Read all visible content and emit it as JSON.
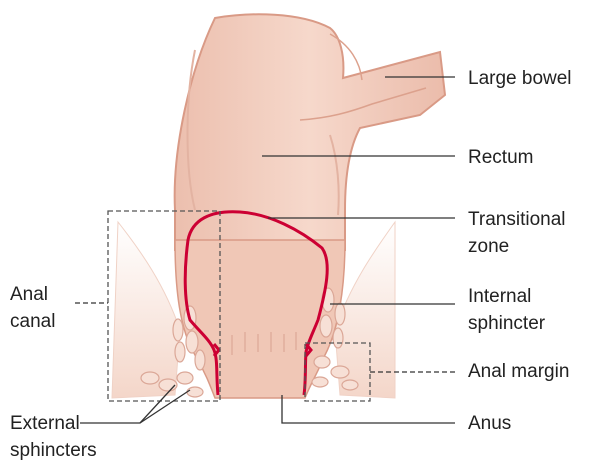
{
  "labels": {
    "large_bowel": "Large bowel",
    "rectum": "Rectum",
    "transitional_1": "Transitional",
    "transitional_2": "zone",
    "anal_1": "Anal",
    "anal_2": "canal",
    "internal_1": "Internal",
    "internal_2": "sphincter",
    "anal_margin": "Anal margin",
    "external_1": "External",
    "external_2": "sphincters",
    "anus": "Anus"
  },
  "colors": {
    "tissue": "#f2cdbf",
    "tissue_dark": "#e3ad9a",
    "lumen_line": "#cc0033",
    "leader_line": "#333333",
    "dashed_box": "#555555",
    "background": "#ffffff"
  }
}
